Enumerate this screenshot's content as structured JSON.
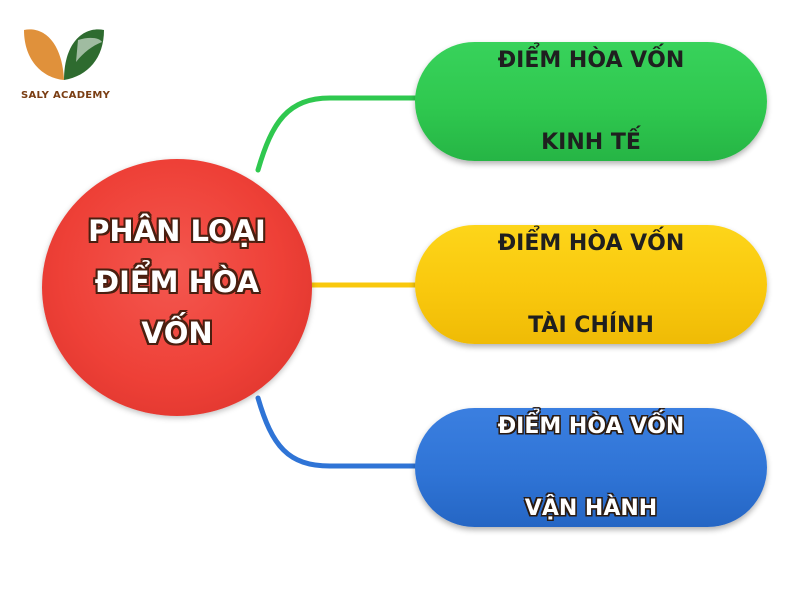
{
  "logo": {
    "name": "SALY ACADEMY",
    "colors": {
      "leaf_green": "#2e6b2f",
      "leaf_orange": "#e0913b"
    }
  },
  "center": {
    "lines": [
      "PHÂN LOẠI",
      "ĐIỂM HÒA",
      "VỐN"
    ],
    "color": "#ee4037"
  },
  "branches": [
    {
      "lines": [
        "ĐIỂM HÒA VỐN",
        "KINH TẾ"
      ],
      "color": "#2fc84f"
    },
    {
      "lines": [
        "ĐIỂM HÒA VỐN",
        "TÀI CHÍNH"
      ],
      "color": "#f9c80d"
    },
    {
      "lines": [
        "ĐIỂM HÒA VỐN",
        "VẬN HÀNH"
      ],
      "color": "#2f74d6"
    }
  ]
}
